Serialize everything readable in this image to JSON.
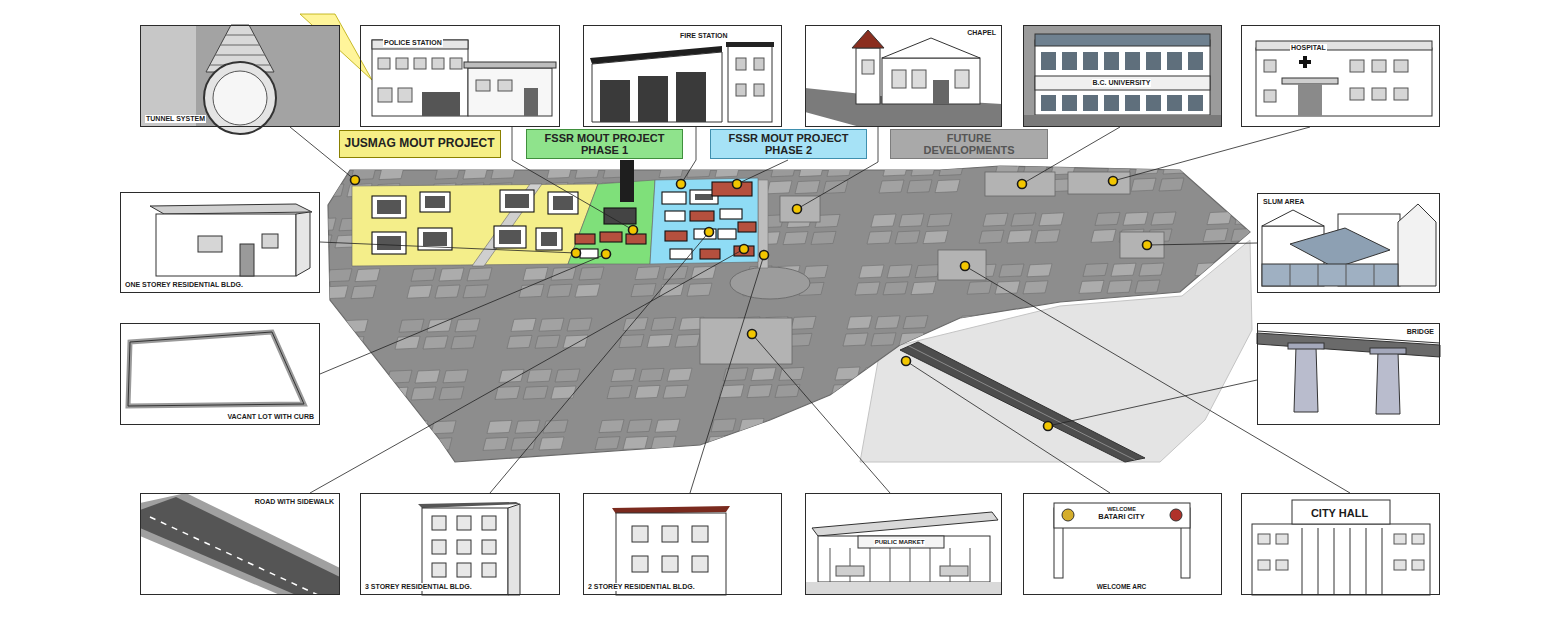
{
  "diagram": {
    "nodes": [
      {
        "text": [
          "TUNNEL SYSTEM"
        ]
      },
      {
        "text": [
          "POLICE STATION"
        ]
      },
      {
        "text": [
          "FIRE STATION"
        ]
      },
      {
        "text": [
          "CHAPEL"
        ]
      },
      {
        "text": [
          "B.C. UNIVERSITY"
        ]
      },
      {
        "text": [
          "HOSPITAL"
        ]
      },
      {
        "text": [
          "JUSMAG MOUT PROJECT"
        ]
      },
      {
        "text": [
          "FSSR MOUT PROJECT PHASE 1"
        ]
      },
      {
        "text": [
          "FSSR MOUT PROJECT PHASE 2"
        ]
      },
      {
        "text": [
          "FUTURE DEVELOPMENTS"
        ]
      },
      {
        "text": [
          "ONE STOREY RESIDENTIAL BLDG."
        ]
      },
      {
        "text": [
          "SLUM AREA"
        ]
      },
      {
        "text": [
          "VACANT LOT WITH CURB"
        ]
      },
      {
        "text": [
          "BRIDGE"
        ]
      },
      {
        "text": [
          "ROAD WITH SIDEWALK"
        ]
      },
      {
        "text": [
          "3 STOREY RESIDENTIAL BLDG."
        ]
      },
      {
        "text": [
          "2 STOREY RESIDENTIAL BLDG."
        ]
      },
      {
        "text": [
          "PUBLIC MARKET"
        ]
      },
      {
        "text": [
          "WELCOME",
          "BATARI CITY",
          "WELCOME ARC"
        ]
      },
      {
        "text": [
          "CITY HALL"
        ]
      }
    ]
  }
}
